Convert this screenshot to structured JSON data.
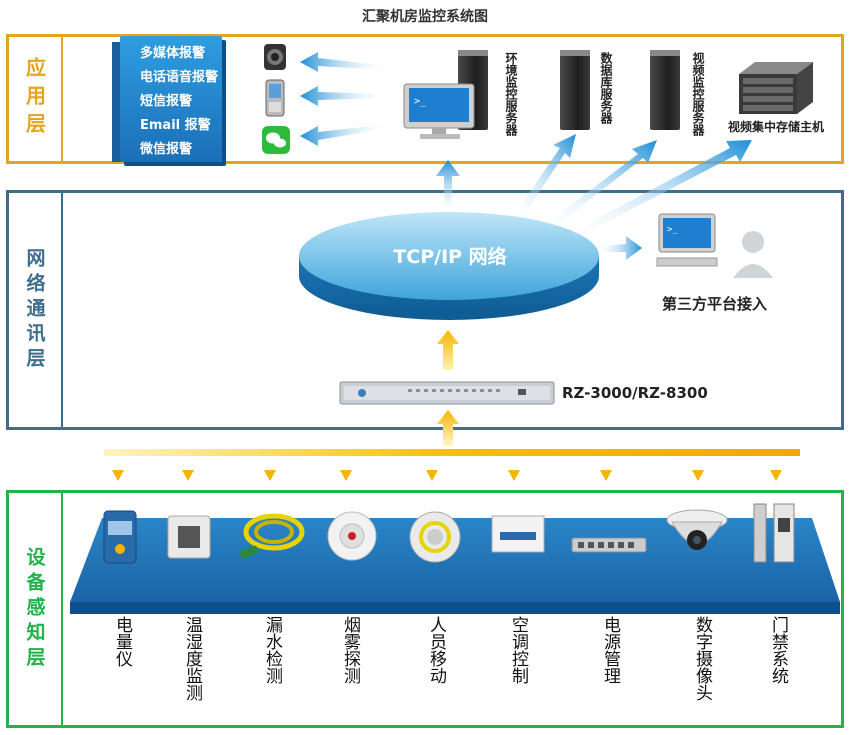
{
  "title": "汇聚机房监控系统图",
  "layers": {
    "application": {
      "label": "应用层",
      "color": "#e2a51d"
    },
    "network": {
      "label": "网络通讯层",
      "color": "#3f6e8c"
    },
    "sensing": {
      "label": "设备感知层",
      "color": "#21b24b"
    }
  },
  "alarms": [
    "多媒体报警",
    "电话语音报警",
    "短信报警",
    "Email 报警",
    "微信报警"
  ],
  "servers": {
    "env": "环境监控服务器",
    "db": "数据库服务器",
    "video": "视频监控服务器",
    "storage": "视频集中存储主机"
  },
  "network": {
    "center": "TCP/IP 网络",
    "third_party": "第三方平台接入",
    "device_model": "RZ-3000/RZ-8300"
  },
  "devices": [
    "电量仪",
    "温湿度监测",
    "漏水检测",
    "烟雾探测",
    "人员移动",
    "空调控制",
    "电源管理",
    "数字摄像头",
    "门禁系统"
  ],
  "colors": {
    "accent_orange": "#f5b400",
    "arrow_blue": "#1e8fd6",
    "platform_blue": "#1d6fb4"
  }
}
